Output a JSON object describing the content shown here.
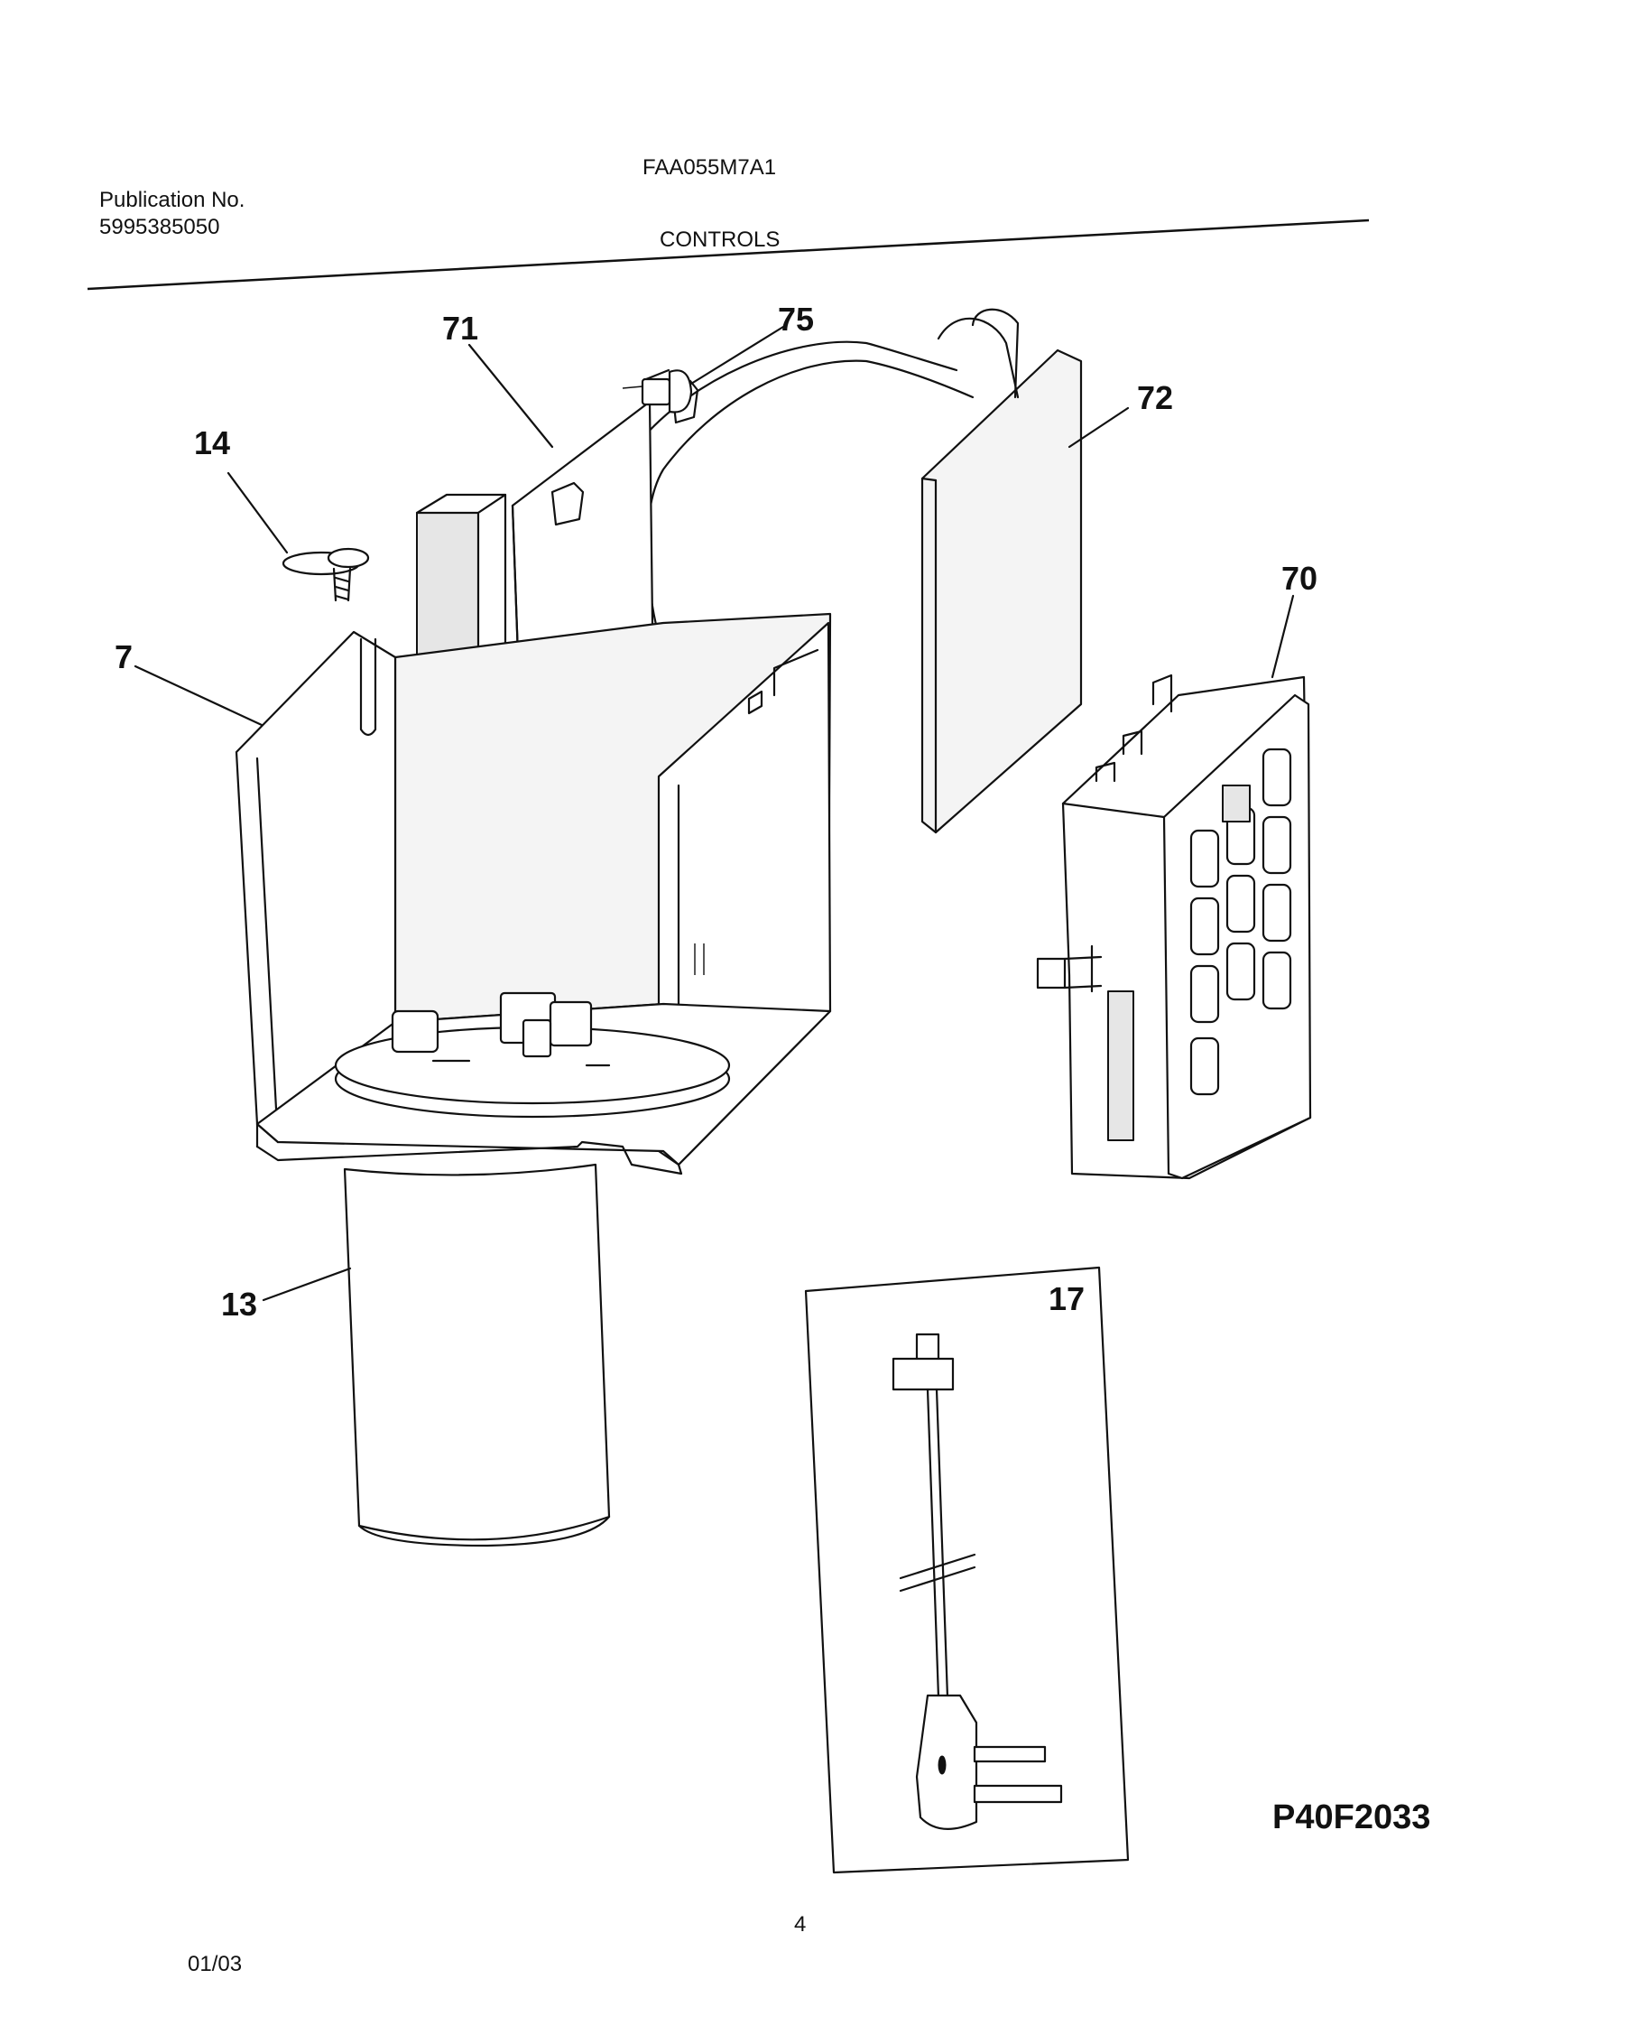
{
  "header": {
    "publication_label": "Publication No.",
    "publication_number": "5995385050",
    "model": "FAA055M7A1",
    "section": "CONTROLS"
  },
  "diagram_code": "P40F2033",
  "page_number": "4",
  "date_code": "01/03",
  "callouts": {
    "c71": "71",
    "c75": "75",
    "c72": "72",
    "c14": "14",
    "c70": "70",
    "c7": "7",
    "c13": "13",
    "c17": "17"
  }
}
